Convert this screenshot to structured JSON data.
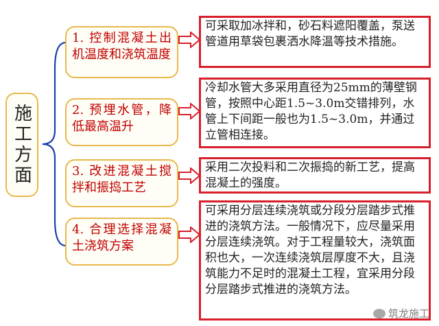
{
  "root": {
    "label": "施工方面"
  },
  "branches": [
    {
      "label": "1. 控制混凝土出机温度和浇筑温度",
      "detail": "可采取加冰拌和，砂石料遮阳覆盖，泵送管道用草袋包裹洒水降温等技术措施。"
    },
    {
      "label": "2. 预埋水管，降低最高温升",
      "detail": "冷却水管大多采用直径为25mm的薄壁钢管，按照中心距1.5~3.0m交错排列，水管上下间距一般也为1.5~3.0m，并通过立管相连接。"
    },
    {
      "label": "3. 改进混凝土搅拌和振捣工艺",
      "detail": "采用二次投料和二次振捣的新工艺，提高混凝土的强度。"
    },
    {
      "label": "4. 合理选择混凝土浇筑方案",
      "detail": "可采用分层连续浇筑或分段分层踏步式推进的浇筑方法。一般情况下，应尽量采用分层连续浇筑。对于工程量较大，浇筑面积也大，一次连续浇筑层厚度不大，且浇筑能力不足时的混凝土工程，宜采用分段分层踏步式推进的浇筑方法。"
    }
  ],
  "watermark": {
    "text": "筑龙施工"
  },
  "colors": {
    "branch_border": "#e8b84a",
    "detail_border": "#d81e2a",
    "branch_text": "#c00000",
    "brace": "#1a3fae"
  }
}
